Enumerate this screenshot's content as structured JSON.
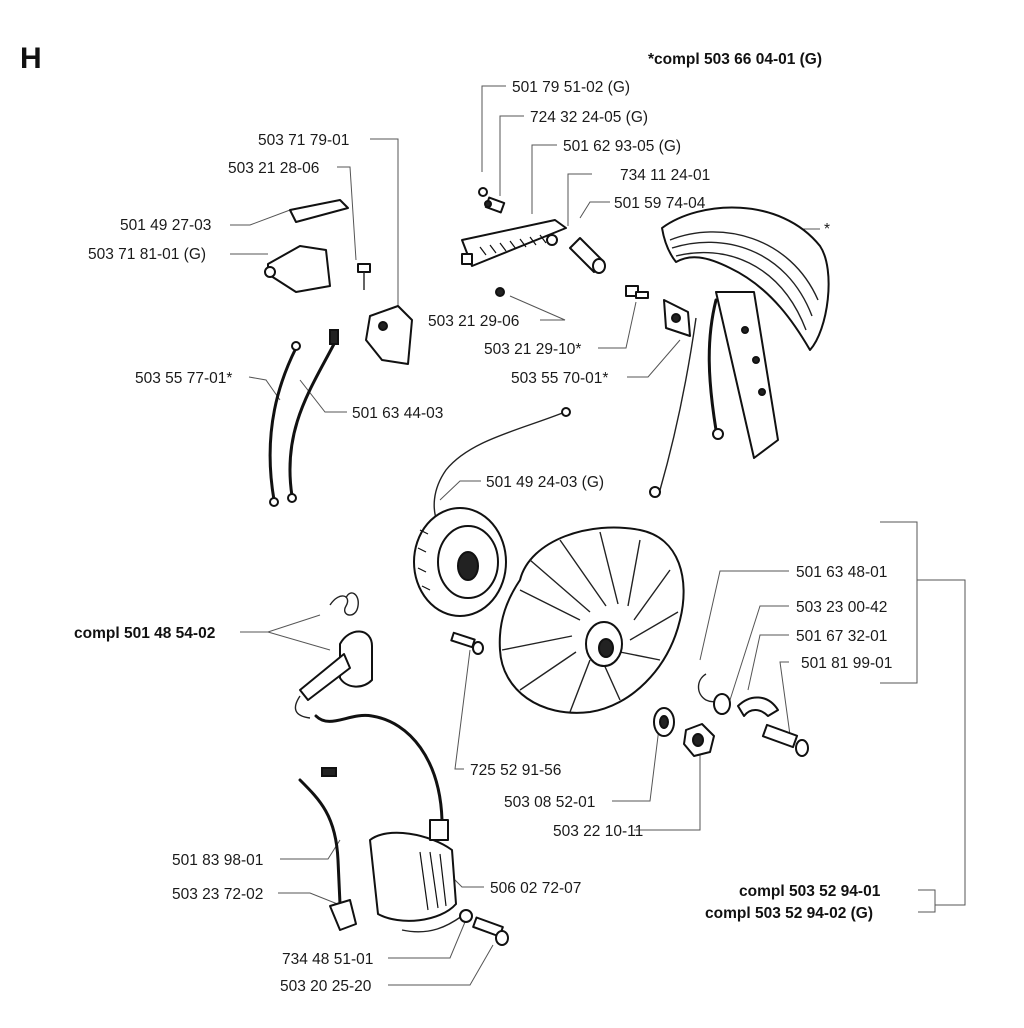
{
  "section_letter": "H",
  "labels": {
    "compl_503_66_04_01": "*compl 503 66 04-01 (G)",
    "p501_79_51_02": "501 79 51-02 (G)",
    "p724_32_24_05": "724 32 24-05 (G)",
    "p501_62_93_05": "501 62 93-05 (G)",
    "p734_11_24_01": "734 11 24-01",
    "p501_59_74_04": "501 59 74-04",
    "star": "*",
    "p503_71_79_01": "503 71 79-01",
    "p503_21_28_06": "503 21 28-06",
    "p501_49_27_03": "501 49 27-03",
    "p503_71_81_01": "503 71 81-01 (G)",
    "p503_21_29_06": "503 21 29-06",
    "p503_21_29_10": "503 21 29-10*",
    "p503_55_70_01": "503 55 70-01*",
    "p503_55_77_01": "503 55 77-01*",
    "p501_63_44_03": "501 63 44-03",
    "p501_49_24_03": "501 49 24-03 (G)",
    "p501_63_48_01": "501 63 48-01",
    "p503_23_00_42": "503 23 00-42",
    "compl_501_48_54_02": "compl 501 48 54-02",
    "p501_67_32_01": "501 67 32-01",
    "p501_81_99_01": "501 81 99-01",
    "p725_52_91_56": "725 52 91-56",
    "p503_08_52_01": "503 08 52-01",
    "p503_22_10_11": "503 22 10-11",
    "p501_83_98_01": "501 83 98-01",
    "p506_02_72_07": "506 02 72-07",
    "p503_23_72_02": "503 23 72-02",
    "compl_503_52_94_01": "compl 503 52 94-01",
    "compl_503_52_94_02": "compl 503 52 94-02 (G)",
    "p734_48_51_01": "734 48 51-01",
    "p503_20_25_20": "503 20 25-20"
  }
}
